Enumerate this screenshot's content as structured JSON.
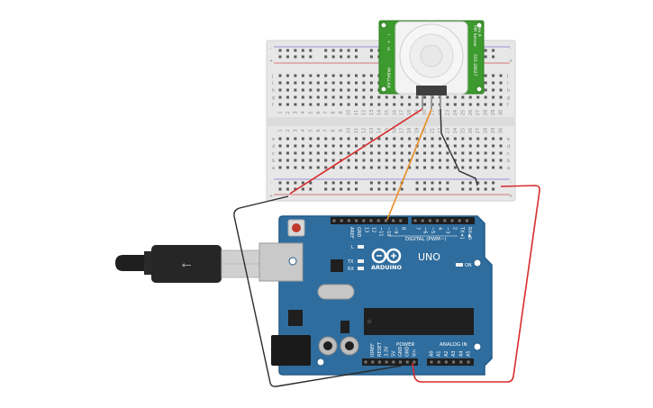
{
  "board": {
    "brand": "ARDUINO",
    "model": "UNO",
    "digital_header": "DIGITAL (PWM~)",
    "power_header": "POWER",
    "analog_header": "ANALOG IN",
    "on_label": "ON",
    "l_label": "L",
    "tx_label": "TX",
    "rx_label": "RX",
    "top_pins": [
      "AREF",
      "GND",
      "13",
      "12",
      "~11",
      "~10",
      "~9",
      "8",
      "7",
      "~6",
      "~5",
      "4",
      "~3",
      "2",
      "TX➜1",
      "RX◀0"
    ],
    "power_pins": [
      "IOREF",
      "RESET",
      "3.3V",
      "5V",
      "GND",
      "GND",
      "Vin"
    ],
    "analog_pins": [
      "A0",
      "A1",
      "A2",
      "A3",
      "A4",
      "A5"
    ]
  },
  "breadboard": {
    "row_letters": [
      "j",
      "i",
      "h",
      "g",
      "f",
      "e",
      "d",
      "c",
      "b",
      "a"
    ],
    "column_numbers": [
      "1",
      "2",
      "3",
      "4",
      "5",
      "6",
      "7",
      "8",
      "9",
      "10",
      "11",
      "12",
      "13",
      "14",
      "15",
      "16",
      "17",
      "18",
      "19",
      "20",
      "21",
      "22",
      "23",
      "24",
      "25",
      "26",
      "27",
      "28",
      "29",
      "30"
    ],
    "plus_sign": "+",
    "minus_sign": "-"
  },
  "pir_sensor": {
    "label_right_1": "PIR Sensor",
    "label_right_2": "Rev A",
    "label_left": "PARALLAX",
    "label_right_3": "555-28027",
    "pin_marks": [
      "−",
      "+",
      "S"
    ]
  },
  "wires": {
    "colors": {
      "red": "#d92b2b",
      "black": "#2b2b2b",
      "orange": "#e88c1f"
    }
  },
  "colors": {
    "board_blue": "#2f6d9e",
    "board_edge": "#245a85",
    "pir_green": "#3d9a2e",
    "breadboard": "#e7e7e7"
  }
}
